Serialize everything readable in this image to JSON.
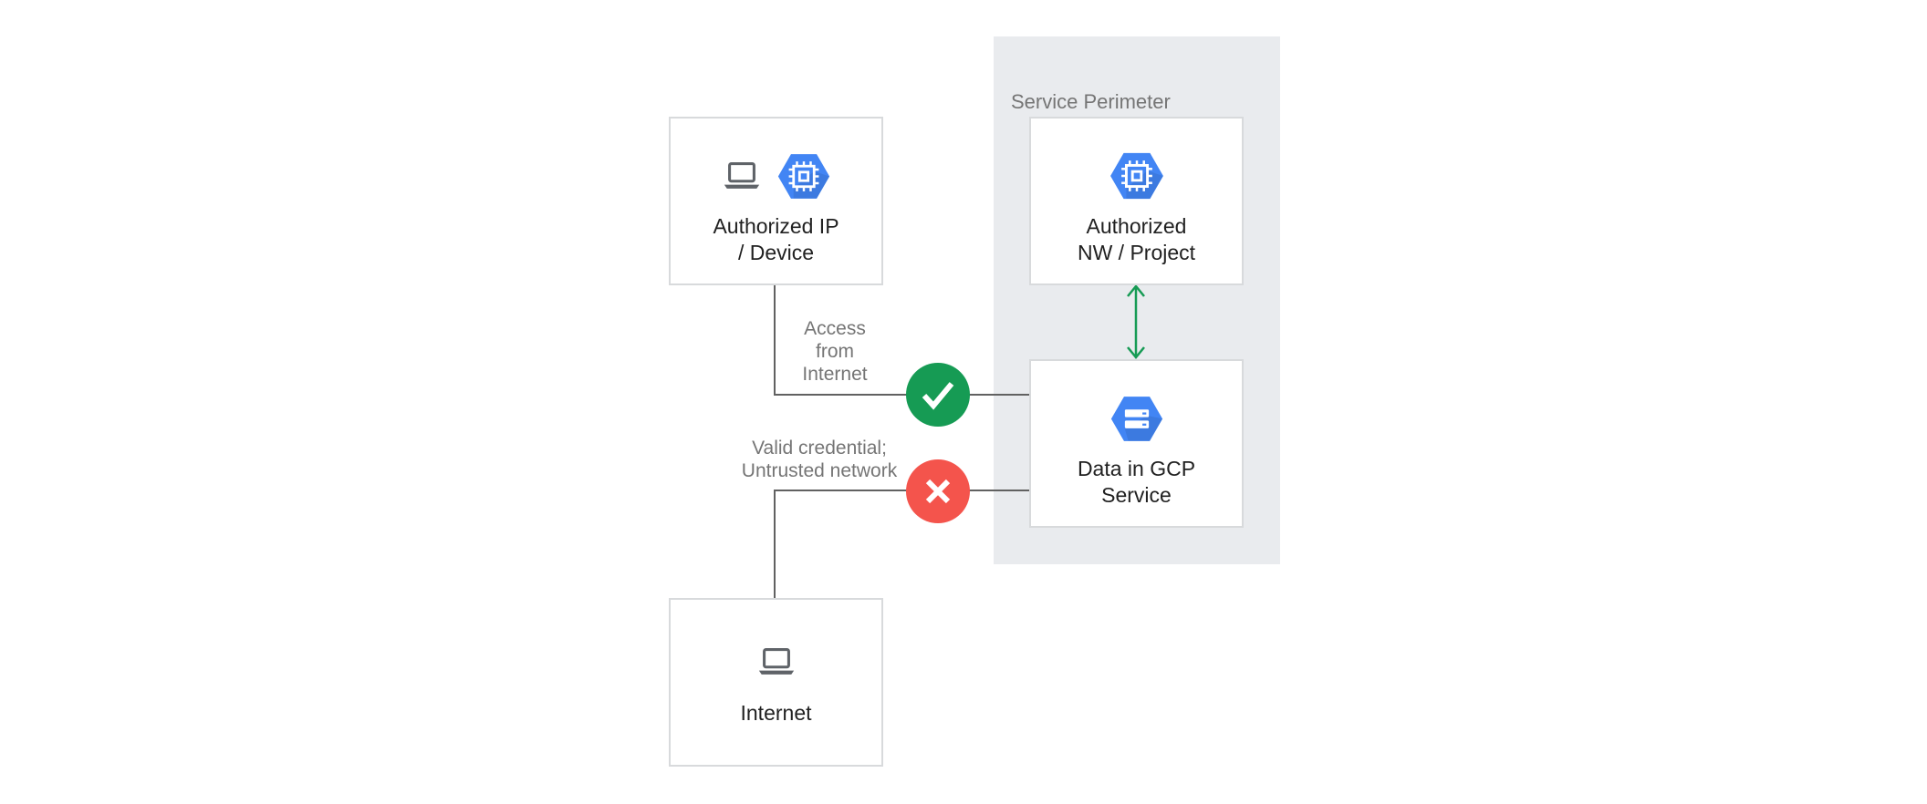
{
  "perimeter": {
    "label": "Service Perimeter"
  },
  "nodes": {
    "authorized_ip_device": {
      "line1": "Authorized IP",
      "line2": "/ Device",
      "icons": [
        "laptop-icon",
        "compute-engine-hexagon-icon"
      ]
    },
    "authorized_nw_project": {
      "line1": "Authorized",
      "line2": "NW / Project",
      "icons": [
        "compute-engine-hexagon-icon"
      ]
    },
    "data_in_gcp_service": {
      "line1": "Data in GCP",
      "line2": "Service",
      "icons": [
        "cloud-storage-hexagon-icon"
      ]
    },
    "internet": {
      "line1": "Internet",
      "icons": [
        "laptop-icon"
      ]
    }
  },
  "edges": {
    "allowed": {
      "lines": [
        "Access",
        "from",
        "Internet"
      ],
      "status": "allowed",
      "status_icon": "check-icon"
    },
    "denied": {
      "lines": [
        "Valid credential;",
        "Untrusted network"
      ],
      "status": "denied",
      "status_icon": "cross-icon"
    },
    "perimeter_link": {
      "status": "bidirectional",
      "icon": "double-headed-arrow-icon"
    }
  },
  "colors": {
    "gcp_blue": "#4285F4",
    "success_green": "#169B54",
    "error_red": "#F4544C",
    "perimeter_bg": "#E9EBEE",
    "connector_gray": "#616161",
    "box_border": "#D8DADC",
    "text_dark": "#212121",
    "text_muted": "#757575"
  }
}
